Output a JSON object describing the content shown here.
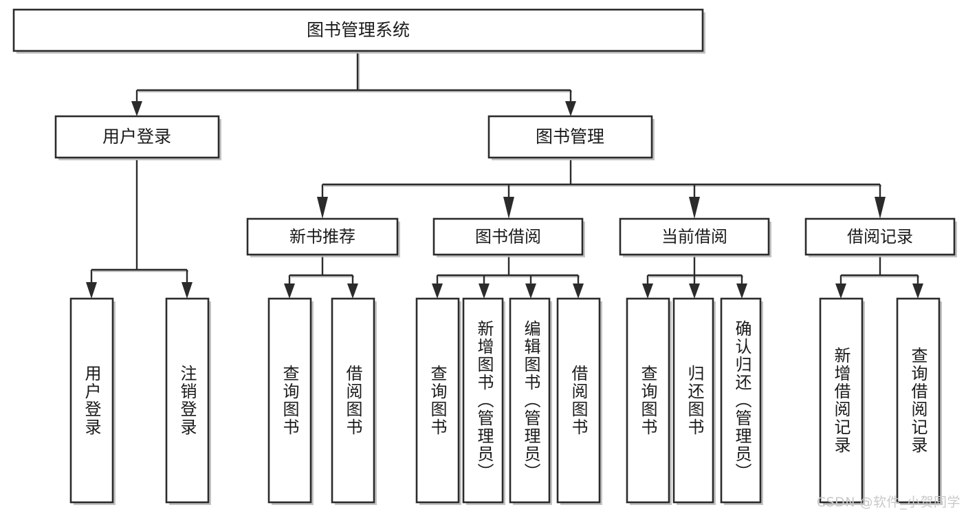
{
  "diagram": {
    "title": "图书管理系统",
    "type": "hierarchy-tree",
    "root": {
      "id": "root",
      "label": "图书管理系统"
    },
    "level2": [
      {
        "id": "user-login",
        "label": "用户登录"
      },
      {
        "id": "book-manage",
        "label": "图书管理"
      }
    ],
    "level3": [
      {
        "id": "new-book-rec",
        "label": "新书推荐",
        "parent": "book-manage"
      },
      {
        "id": "book-borrow",
        "label": "图书借阅",
        "parent": "book-manage"
      },
      {
        "id": "current-borrow",
        "label": "当前借阅",
        "parent": "book-manage"
      },
      {
        "id": "borrow-record",
        "label": "借阅记录",
        "parent": "book-manage"
      }
    ],
    "leaves": {
      "user-login": [
        {
          "id": "leaf-user-login",
          "label": "用户登录"
        },
        {
          "id": "leaf-logout-login",
          "label": "注销登录"
        }
      ],
      "new-book-rec": [
        {
          "id": "leaf-query-book-1",
          "label": "查询图书"
        },
        {
          "id": "leaf-borrow-book-1",
          "label": "借阅图书"
        }
      ],
      "book-borrow": [
        {
          "id": "leaf-query-book-2",
          "label": "查询图书"
        },
        {
          "id": "leaf-add-book",
          "label": "新增图书（管理员）"
        },
        {
          "id": "leaf-edit-book",
          "label": "编辑图书（管理员）"
        },
        {
          "id": "leaf-borrow-book-2",
          "label": "借阅图书"
        }
      ],
      "current-borrow": [
        {
          "id": "leaf-query-book-3",
          "label": "查询图书"
        },
        {
          "id": "leaf-return-book",
          "label": "归还图书"
        },
        {
          "id": "leaf-confirm-return",
          "label": "确认归还（管理员）"
        }
      ],
      "borrow-record": [
        {
          "id": "leaf-add-record",
          "label": "新增借阅记录"
        },
        {
          "id": "leaf-query-record",
          "label": "查询借阅记录"
        }
      ]
    },
    "colors": {
      "box_stroke": "#2b2b2b",
      "box_fill": "#ffffff",
      "connector": "#2b2b2b",
      "text": "#1a1a1a",
      "background": "#ffffff",
      "watermark": "#c9c9c9"
    }
  },
  "watermark": {
    "text": "CSDN @软件_小贺同学"
  }
}
